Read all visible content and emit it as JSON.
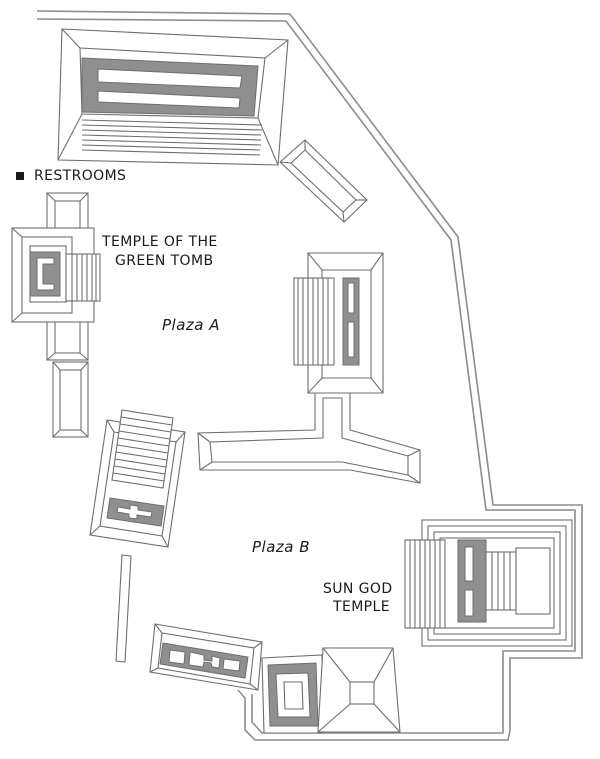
{
  "legend": {
    "restrooms_label": "RESTROOMS",
    "restrooms_marker": "square"
  },
  "labels": {
    "green_tomb_line1": "TEMPLE OF THE",
    "green_tomb_line2": "GREEN TOMB",
    "plaza_a": "Plaza A",
    "plaza_b": "Plaza B",
    "sun_god_line1": "SUN GOD",
    "sun_god_line2": "TEMPLE"
  },
  "colors": {
    "outline": "#6e6e6e",
    "fill_dark": "#8f8f8f",
    "wall": "#8c8c8c"
  }
}
